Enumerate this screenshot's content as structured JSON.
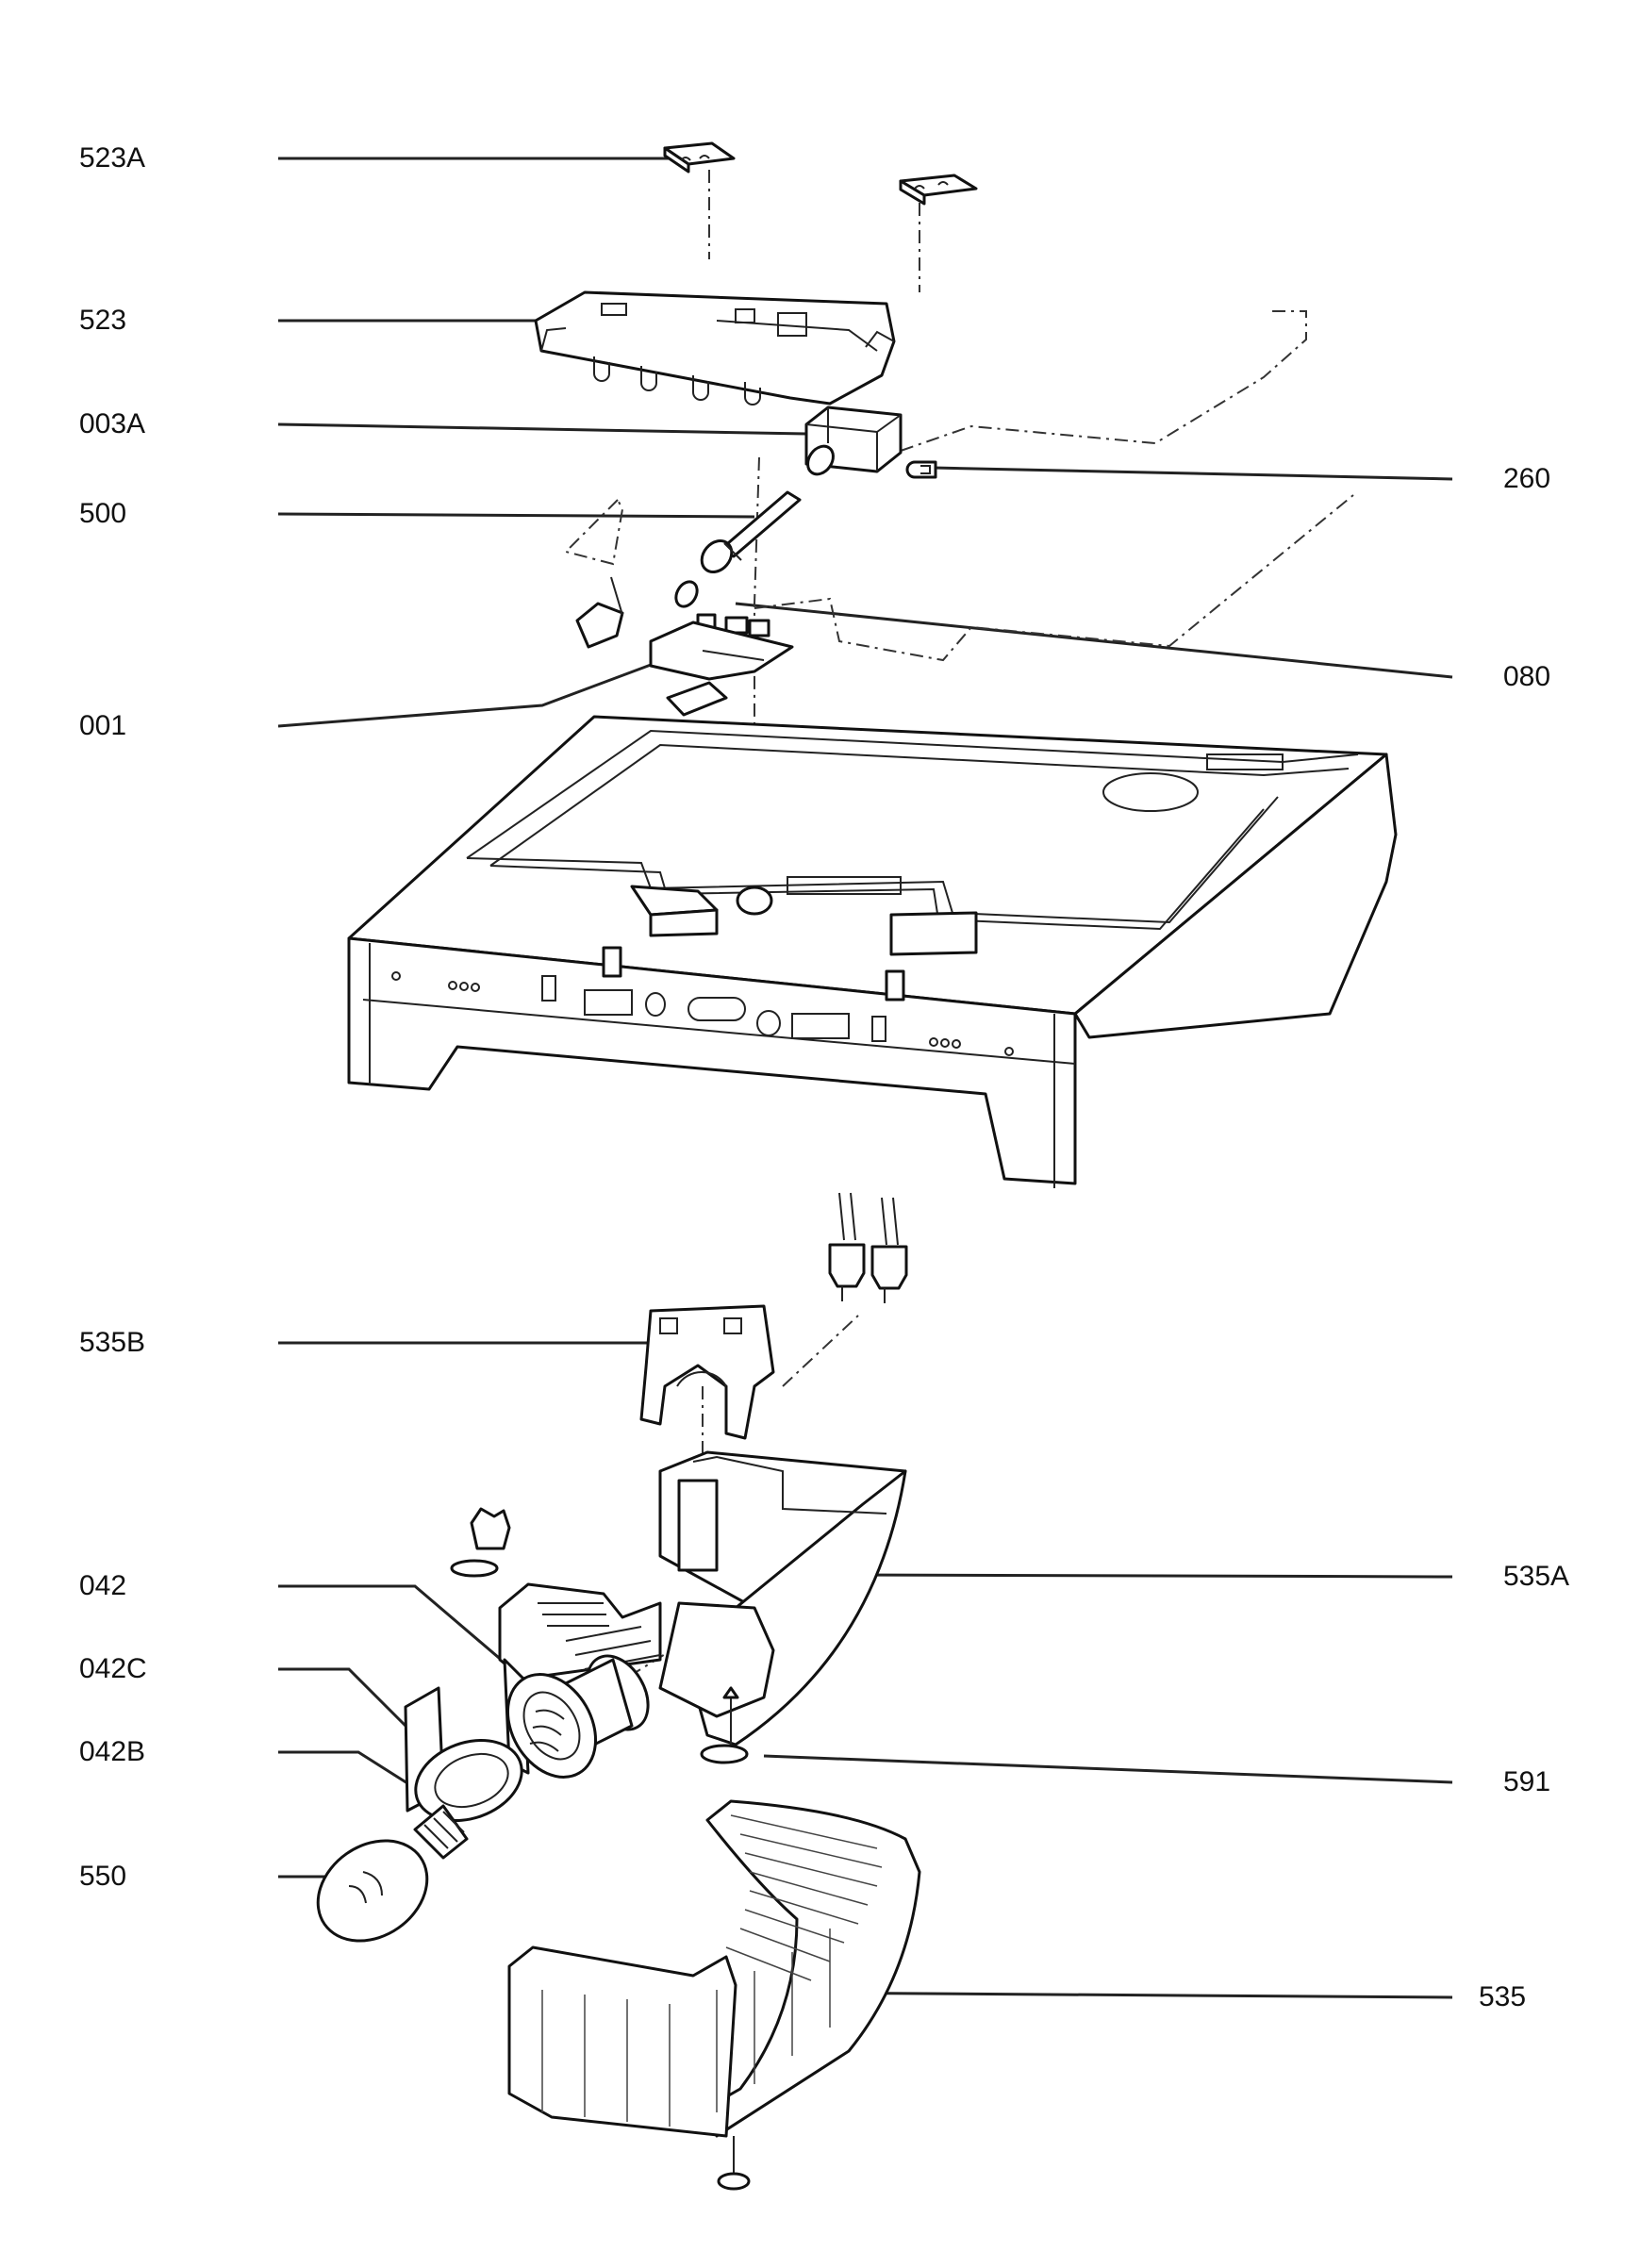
{
  "callouts": {
    "c523A": "523A",
    "c523": "523",
    "c003A": "003A",
    "c500": "500",
    "c001": "001",
    "c260": "260",
    "c080": "080",
    "c535B": "535B",
    "c042": "042",
    "c042C": "042C",
    "c042B": "042B",
    "c550": "550",
    "c535A": "535A",
    "c591": "591",
    "c535": "535"
  }
}
